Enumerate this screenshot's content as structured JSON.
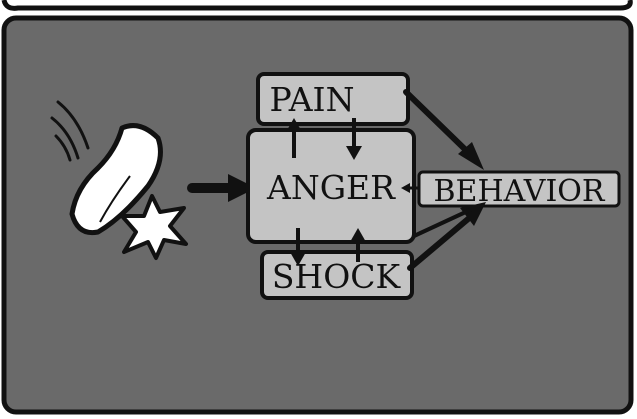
{
  "nodes": {
    "pain": "PAIN",
    "anger": "ANGER",
    "shock": "SHOCK",
    "behavior": "BEHAVIOR"
  },
  "colors": {
    "panel_background": "#6a6a6a",
    "box_fill": "#c4c4c4",
    "outline": "#111111",
    "sketch_fill": "#ffffff"
  },
  "icons": {
    "thrown_object": "thrown-object-icon",
    "impact_star": "impact-burst-icon",
    "motion_lines": "motion-lines-icon"
  }
}
